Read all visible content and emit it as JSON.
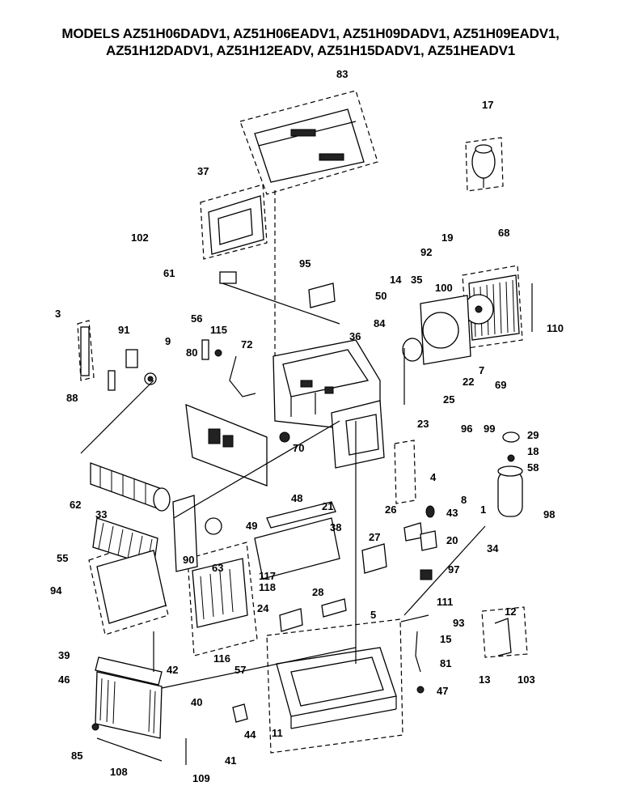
{
  "header": {
    "line1": "MODELS AZ51H06DADV1, AZ51H06EADV1, AZ51H09DADV1, AZ51H09EADV1,",
    "line2": "AZ51H12DADV1, AZ51H12EADV, AZ51H15DADV1, AZ51HEADV1"
  },
  "callouts": {
    "p83": "83",
    "p17": "17",
    "p37": "37",
    "p102": "102",
    "p19": "19",
    "p68": "68",
    "p92": "92",
    "p14": "14",
    "p35": "35",
    "p100": "100",
    "p61": "61",
    "p95": "95",
    "p50": "50",
    "p110": "110",
    "p3": "3",
    "p91": "91",
    "p56": "56",
    "p115": "115",
    "p72": "72",
    "p36": "36",
    "p84": "84",
    "p9": "9",
    "p80": "80",
    "p7": "7",
    "p22": "22",
    "p69": "69",
    "p88": "88",
    "p25": "25",
    "p23": "23",
    "p96": "96",
    "p99": "99",
    "p29": "29",
    "p18": "18",
    "p58": "58",
    "p70": "70",
    "p4": "4",
    "p33": "33",
    "p48": "48",
    "p8": "8",
    "p1": "1",
    "p98": "98",
    "p62": "62",
    "p21": "21",
    "p43": "43",
    "p26": "26",
    "p38": "38",
    "p49": "49",
    "p20": "20",
    "p34": "34",
    "p55": "55",
    "p27": "27",
    "p90": "90",
    "p63": "63",
    "p97": "97",
    "p94": "94",
    "p117": "117",
    "p118": "118",
    "p28": "28",
    "p24": "24",
    "p5": "5",
    "p12": "12",
    "p111": "111",
    "p93": "93",
    "p15": "15",
    "p39": "39",
    "p116": "116",
    "p57": "57",
    "p81": "81",
    "p42": "42",
    "p46": "46",
    "p13": "13",
    "p103": "103",
    "p47": "47",
    "p40": "40",
    "p11": "11",
    "p44": "44",
    "p85": "85",
    "p41": "41",
    "p108": "108",
    "p109": "109"
  }
}
